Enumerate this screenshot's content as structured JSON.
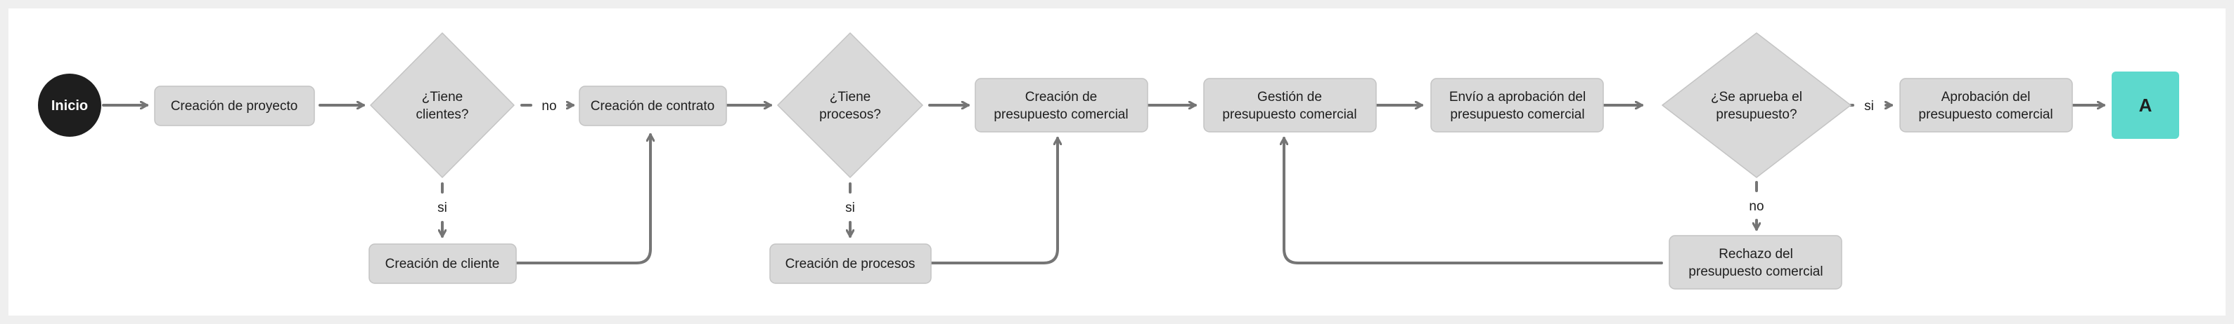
{
  "colors": {
    "canvas_bg": "#efefef",
    "panel_bg": "#ffffff",
    "node_fill": "#d9d9d9",
    "node_stroke": "#c4c4c4",
    "start_fill": "#1e1e1e",
    "end_fill": "#5dd9cd",
    "edge": "#757575"
  },
  "nodes": {
    "inicio": "Inicio",
    "creacion_proyecto": "Creación de proyecto",
    "tiene_clientes": [
      "¿Tiene",
      "clientes?"
    ],
    "creacion_cliente": "Creación de cliente",
    "creacion_contrato": "Creación de contrato",
    "tiene_procesos": [
      "¿Tiene",
      "procesos?"
    ],
    "creacion_procesos": "Creación de procesos",
    "creacion_presupuesto": [
      "Creación de",
      "presupuesto comercial"
    ],
    "gestion_presupuesto": [
      "Gestión de",
      "presupuesto comercial"
    ],
    "envio_aprobacion": [
      "Envío a aprobación del",
      "presupuesto comercial"
    ],
    "se_aprueba": [
      "¿Se aprueba el",
      "presupuesto?"
    ],
    "rechazo_presupuesto": [
      "Rechazo del",
      "presupuesto comercial"
    ],
    "aprobacion_presupuesto": [
      "Aprobación del",
      "presupuesto comercial"
    ],
    "connector_a": "A"
  },
  "edge_labels": {
    "no_clientes": "no",
    "si_clientes": "si",
    "si_procesos": "si",
    "si_aprueba": "si",
    "no_aprueba": "no"
  }
}
